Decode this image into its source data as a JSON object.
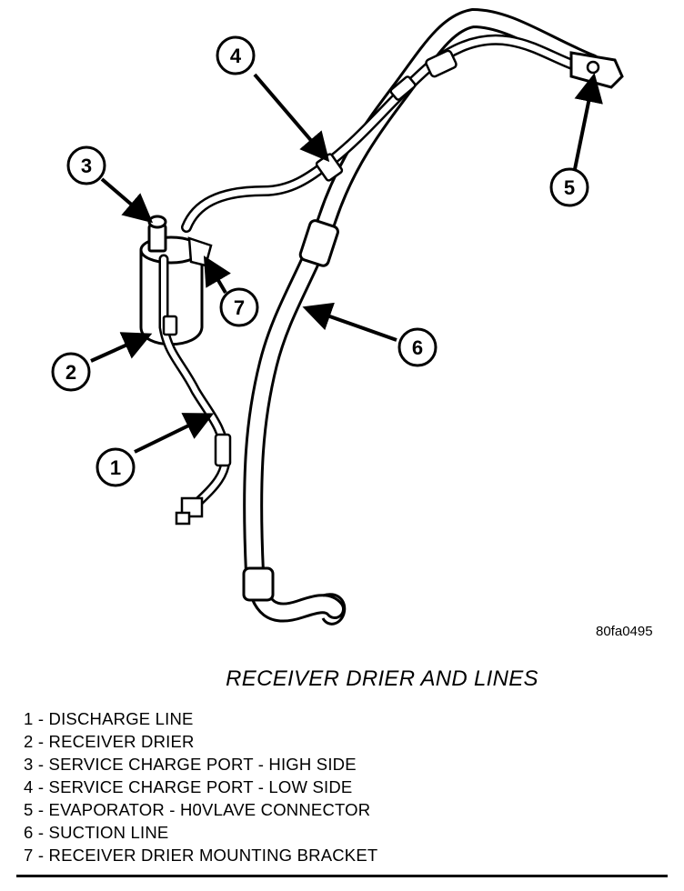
{
  "figure_code": "80fa0495",
  "title": "RECEIVER DRIER AND LINES",
  "callouts": [
    "1",
    "2",
    "3",
    "4",
    "5",
    "6",
    "7"
  ],
  "legend": [
    "1 - DISCHARGE LINE",
    "2 - RECEIVER DRIER",
    "3 - SERVICE CHARGE PORT - HIGH SIDE",
    "4 - SERVICE CHARGE PORT - LOW SIDE",
    "5 - EVAPORATOR - H0VLAVE CONNECTOR",
    "6 - SUCTION LINE",
    "7 - RECEIVER DRIER MOUNTING BRACKET"
  ]
}
